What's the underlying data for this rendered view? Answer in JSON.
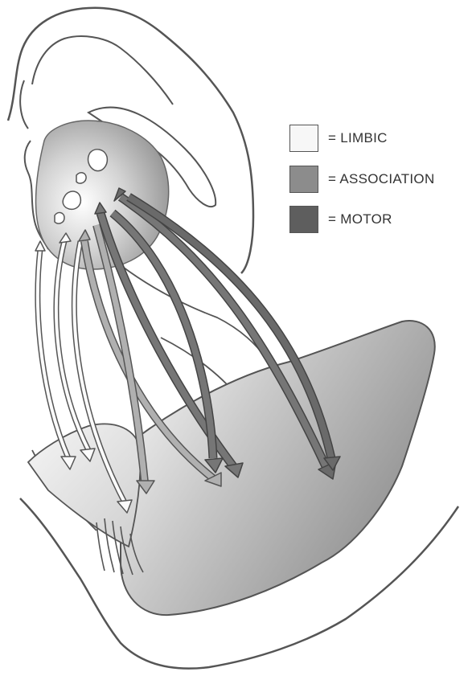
{
  "legend": [
    {
      "label": "= LIMBIC",
      "color": "#f7f7f7"
    },
    {
      "label": "= ASSOCIATION",
      "color": "#8c8c8c"
    },
    {
      "label": "= MOTOR",
      "color": "#5e5e5e"
    }
  ]
}
